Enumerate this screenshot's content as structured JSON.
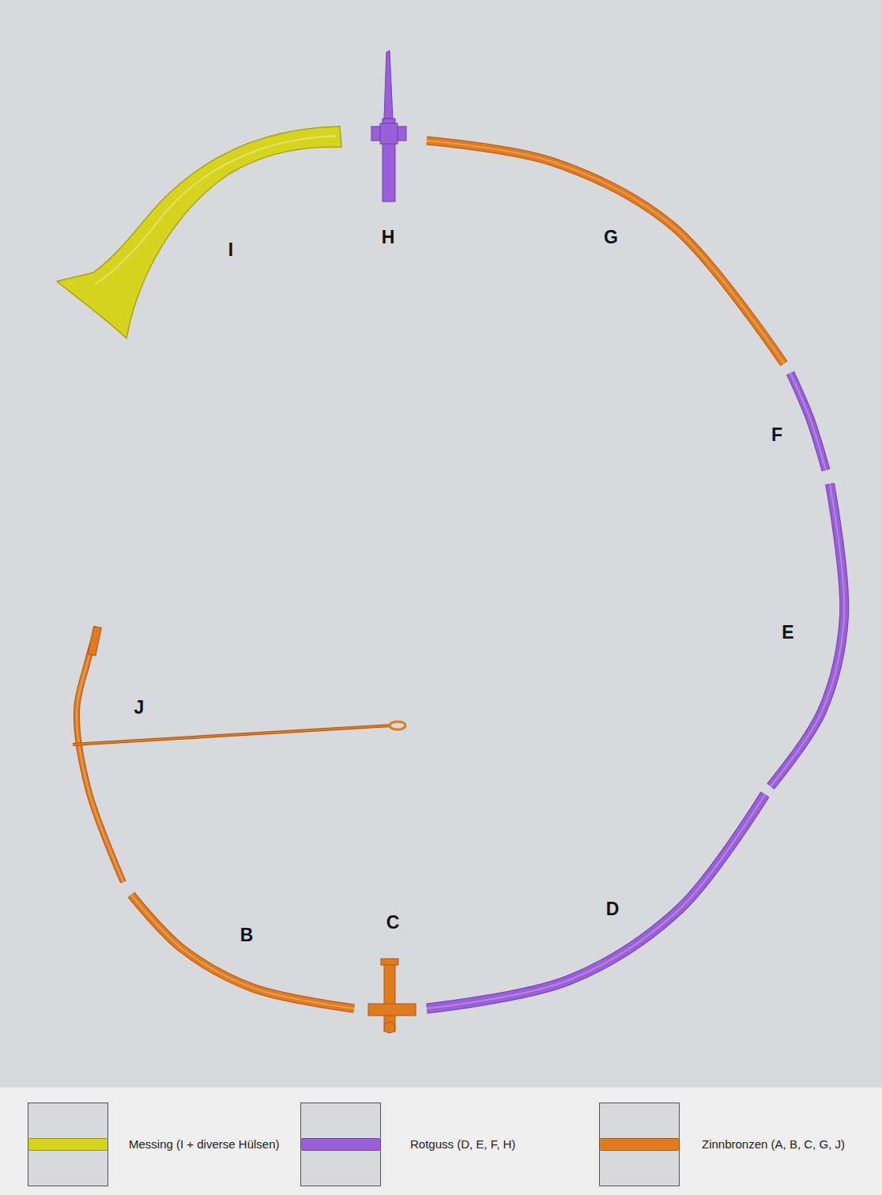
{
  "diagram": {
    "labels": [
      "I",
      "H",
      "G",
      "F",
      "E",
      "D",
      "C",
      "B",
      "J"
    ],
    "legend": [
      {
        "text": "Messing (I + diverse Hülsen)",
        "color": "#d6d41e"
      },
      {
        "text": "Rotguss (D, E, F, H)",
        "color": "#9b5fd8"
      },
      {
        "text": "Zinnbronzen (A, B, C, G, J)",
        "color": "#e07b1e"
      }
    ]
  }
}
